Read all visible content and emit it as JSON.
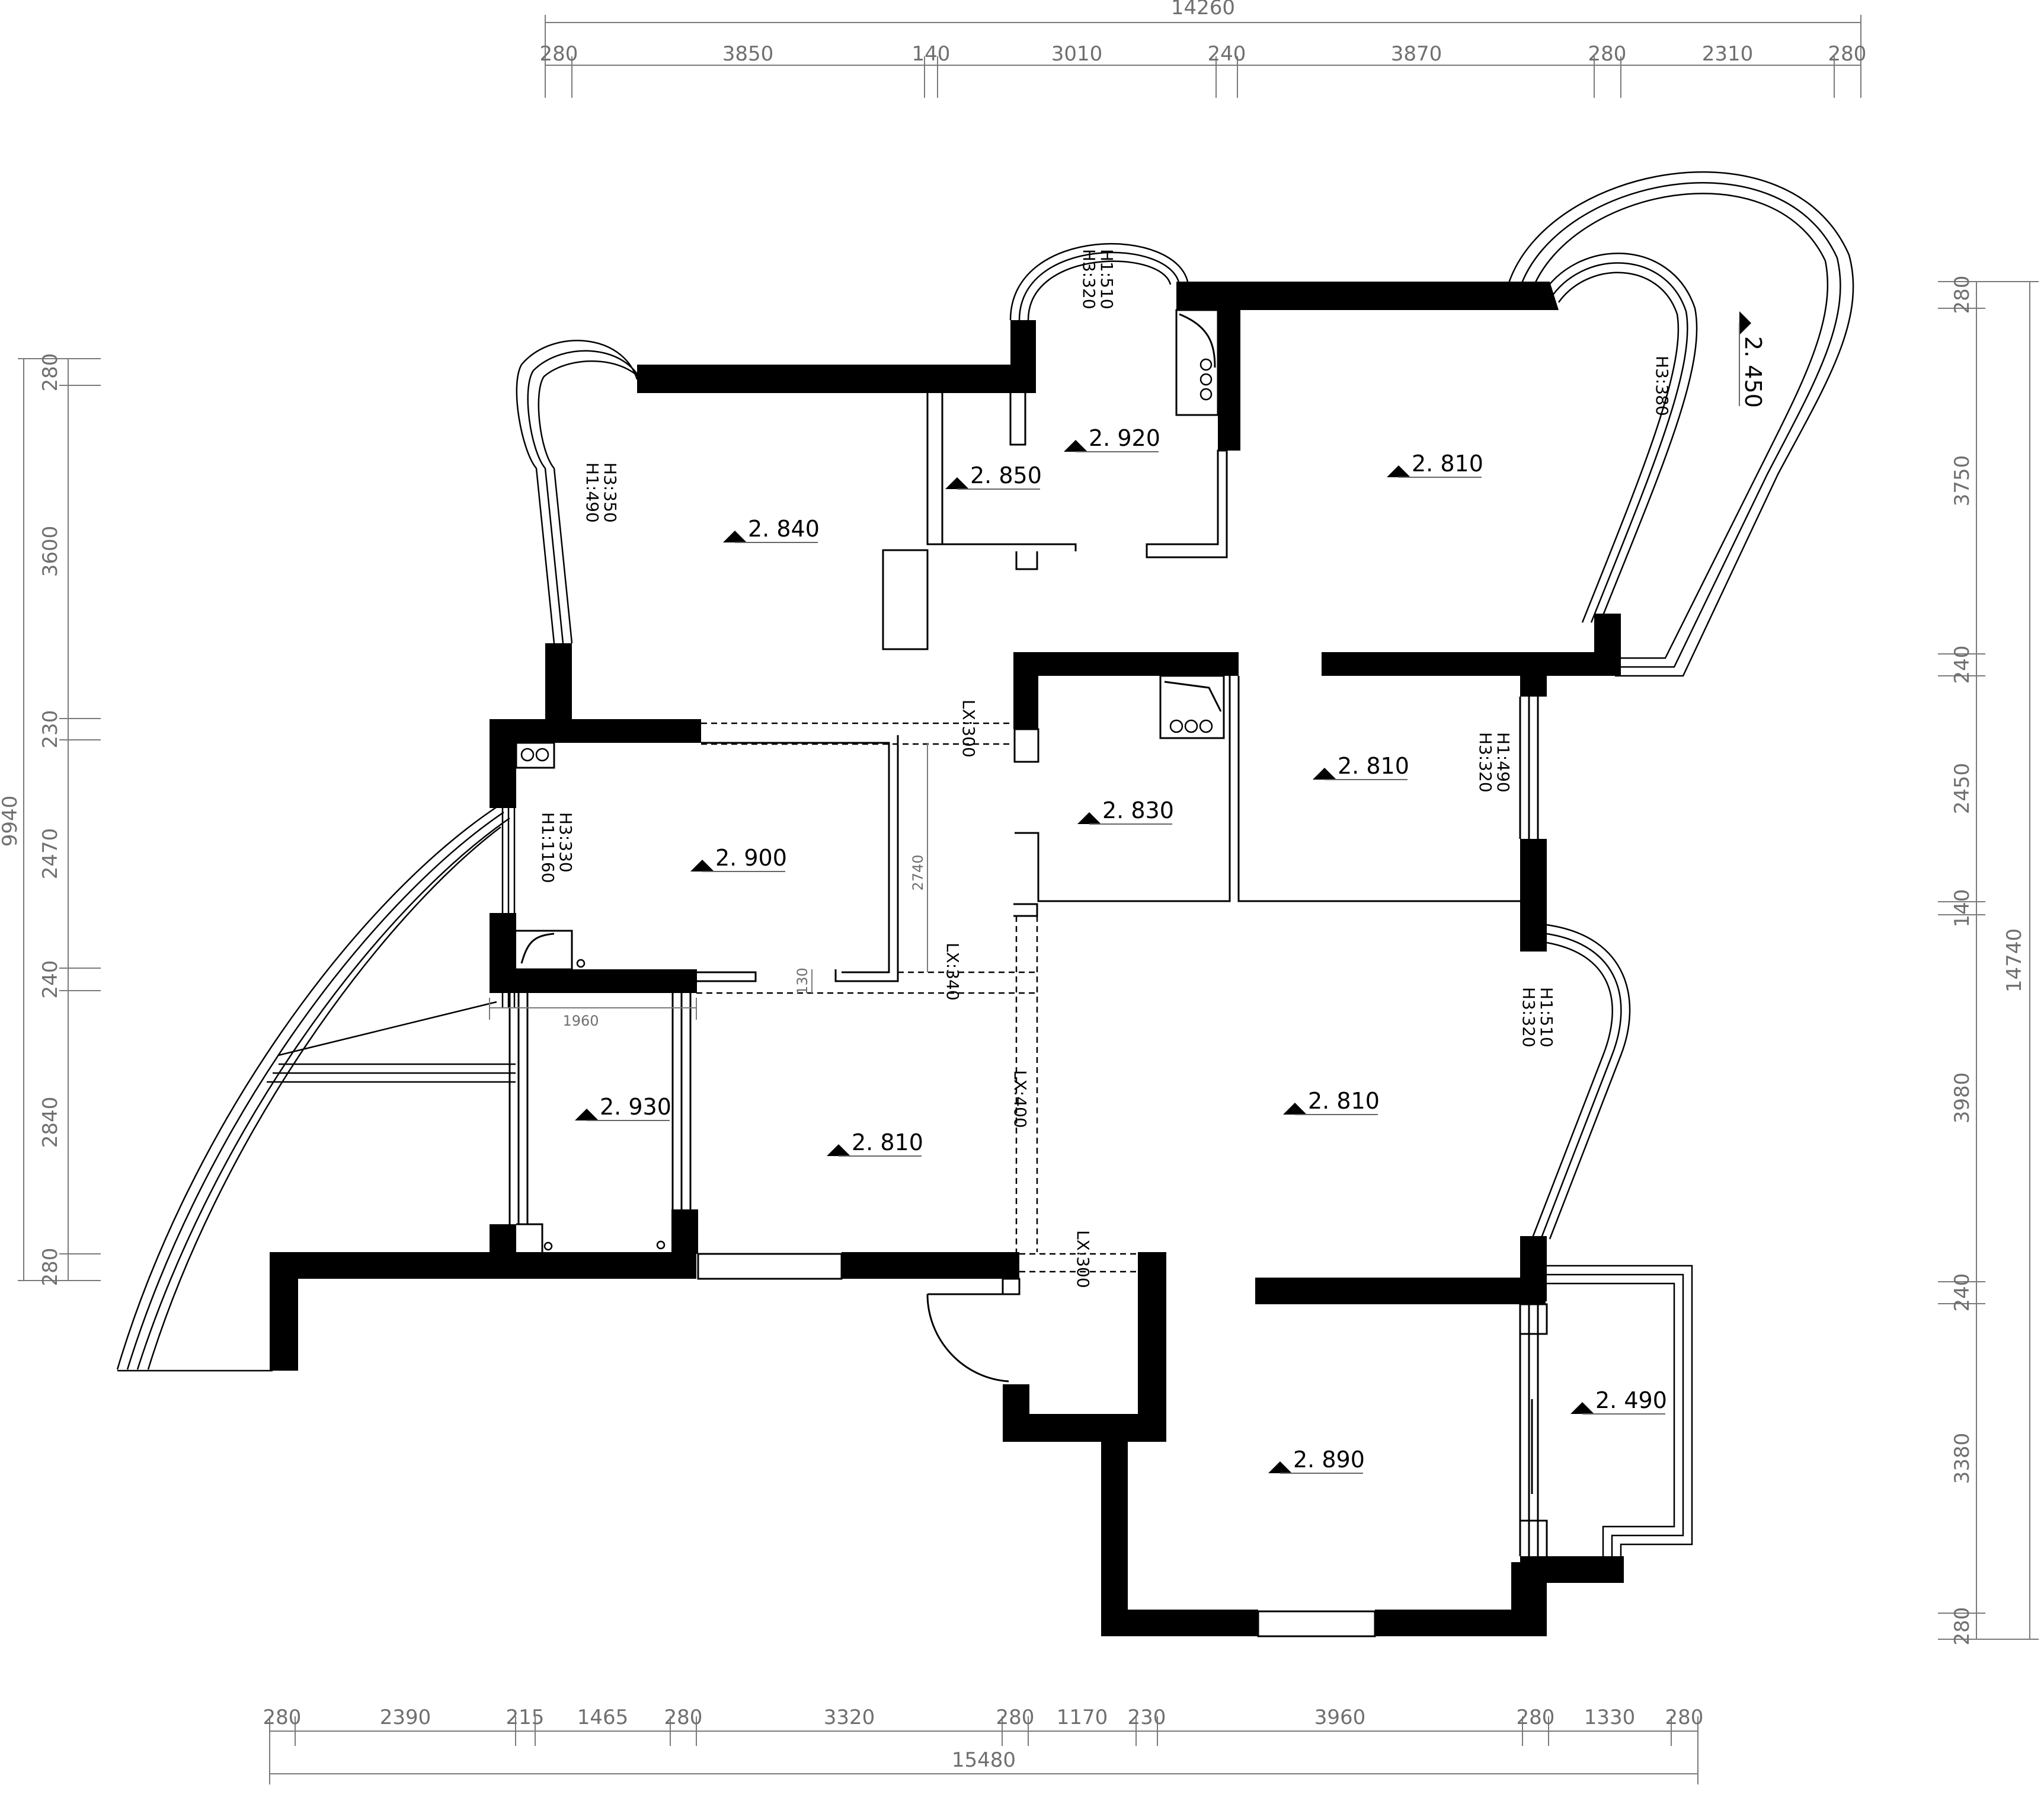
{
  "colors": {
    "wall": "#000000",
    "line": "#000000",
    "dimension": "#6f6f6f",
    "background": "#ffffff"
  },
  "dimensions": {
    "top_total": "14260",
    "top": [
      "280",
      "3850",
      "140",
      "3010",
      "240",
      "3870",
      "280",
      "2310",
      "280"
    ],
    "bottom_total": "15480",
    "bottom": [
      "280",
      "2390",
      "215",
      "1465",
      "280",
      "3320",
      "280",
      "1170",
      "230",
      "3960",
      "280",
      "1330",
      "280"
    ],
    "left_total": "9940",
    "left": [
      "280",
      "3600",
      "230",
      "2470",
      "240",
      "2840",
      "280"
    ],
    "right_total": "14740",
    "right": [
      "280",
      "3750",
      "240",
      "2450",
      "140",
      "3980",
      "240",
      "3380",
      "280"
    ]
  },
  "levels": [
    {
      "id": "lvl-1",
      "value": "2. 840"
    },
    {
      "id": "lvl-2",
      "value": "2. 850"
    },
    {
      "id": "lvl-3",
      "value": "2. 920"
    },
    {
      "id": "lvl-4",
      "value": "2. 810"
    },
    {
      "id": "lvl-5",
      "value": "2. 450"
    },
    {
      "id": "lvl-6",
      "value": "2. 900"
    },
    {
      "id": "lvl-7",
      "value": "2. 830"
    },
    {
      "id": "lvl-8",
      "value": "2. 810"
    },
    {
      "id": "lvl-9",
      "value": "2. 930"
    },
    {
      "id": "lvl-10",
      "value": "2. 810"
    },
    {
      "id": "lvl-11",
      "value": "2. 810"
    },
    {
      "id": "lvl-12",
      "value": "2. 490"
    },
    {
      "id": "lvl-13",
      "value": "2. 890"
    }
  ],
  "annotations": [
    {
      "id": "ann-1a",
      "text": "H1:490"
    },
    {
      "id": "ann-1b",
      "text": "H3:350"
    },
    {
      "id": "ann-2a",
      "text": "H1:510"
    },
    {
      "id": "ann-2b",
      "text": "H3:320"
    },
    {
      "id": "ann-3",
      "text": "H3:380"
    },
    {
      "id": "ann-4a",
      "text": "H1:1160"
    },
    {
      "id": "ann-4b",
      "text": "H3:330"
    },
    {
      "id": "ann-5a",
      "text": "H1:490"
    },
    {
      "id": "ann-5b",
      "text": "H3:320"
    },
    {
      "id": "ann-6a",
      "text": "H1:510"
    },
    {
      "id": "ann-6b",
      "text": "H3:320"
    },
    {
      "id": "ann-7",
      "text": "LX:300"
    },
    {
      "id": "ann-8",
      "text": "LX:340"
    },
    {
      "id": "ann-9",
      "text": "LX:400"
    },
    {
      "id": "ann-10",
      "text": "LX:300"
    },
    {
      "id": "ann-11",
      "text": "2740"
    },
    {
      "id": "ann-12",
      "text": "130"
    },
    {
      "id": "ann-13",
      "text": "1960"
    }
  ]
}
